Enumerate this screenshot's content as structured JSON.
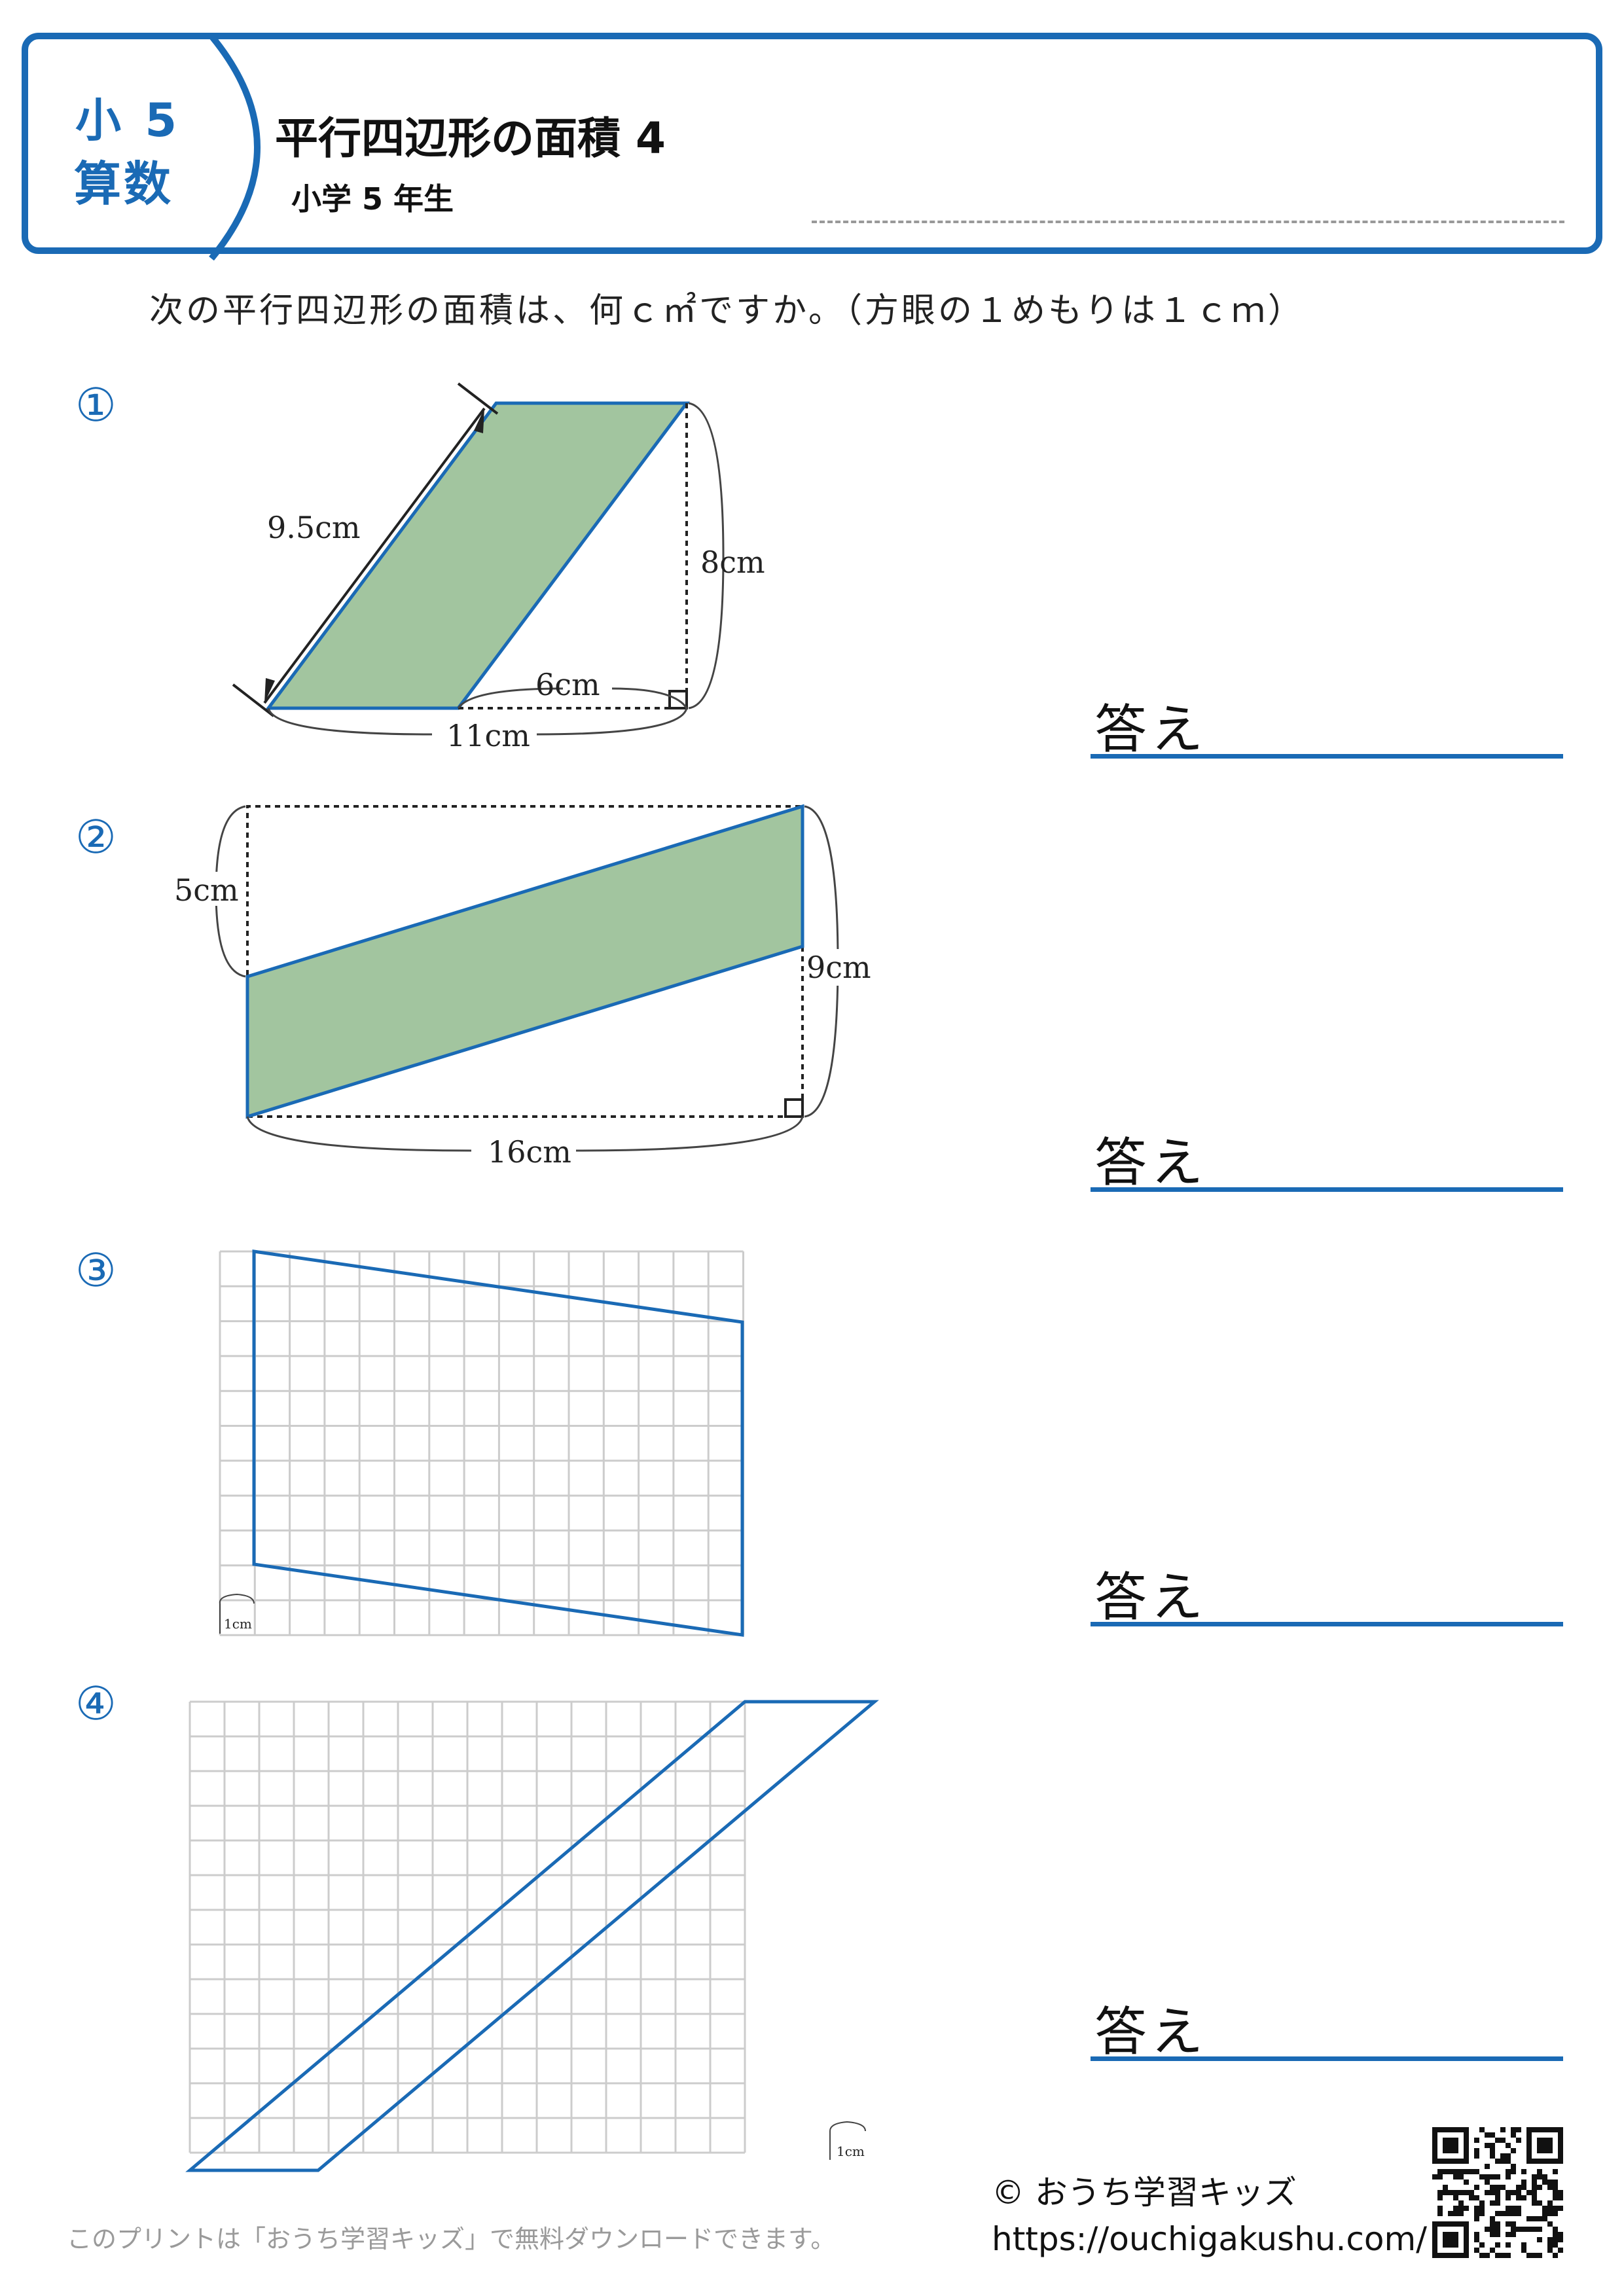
{
  "header": {
    "grade": "小 5",
    "subject": "算数",
    "title": "平行四辺形の面積 4",
    "subtitle": "小学 5 年生"
  },
  "instruction": "次の平行四辺形の面積は、何ｃ㎡ですか。（方眼の１めもりは１ｃｍ）",
  "colors": {
    "accent": "#1a6ab5",
    "fill": "#a2c59f",
    "grid": "#cccccc"
  },
  "questions": [
    {
      "number": "①",
      "labels": [
        "9.5cm",
        "8cm",
        "6cm",
        "11cm"
      ],
      "answer_label": "答え"
    },
    {
      "number": "②",
      "labels": [
        "5cm",
        "9cm",
        "16cm"
      ],
      "answer_label": "答え"
    },
    {
      "number": "③",
      "labels": [
        "1cm"
      ],
      "answer_label": "答え"
    },
    {
      "number": "④",
      "labels": [
        "1cm"
      ],
      "answer_label": "答え"
    }
  ],
  "footer": {
    "note": "このプリントは「おうち学習キッズ」で無料ダウンロードできます。",
    "copyright": "© おうち学習キッズ",
    "url": "https://ouchigakushu.com/"
  },
  "icons": {
    "qr": "qr-code-icon"
  }
}
